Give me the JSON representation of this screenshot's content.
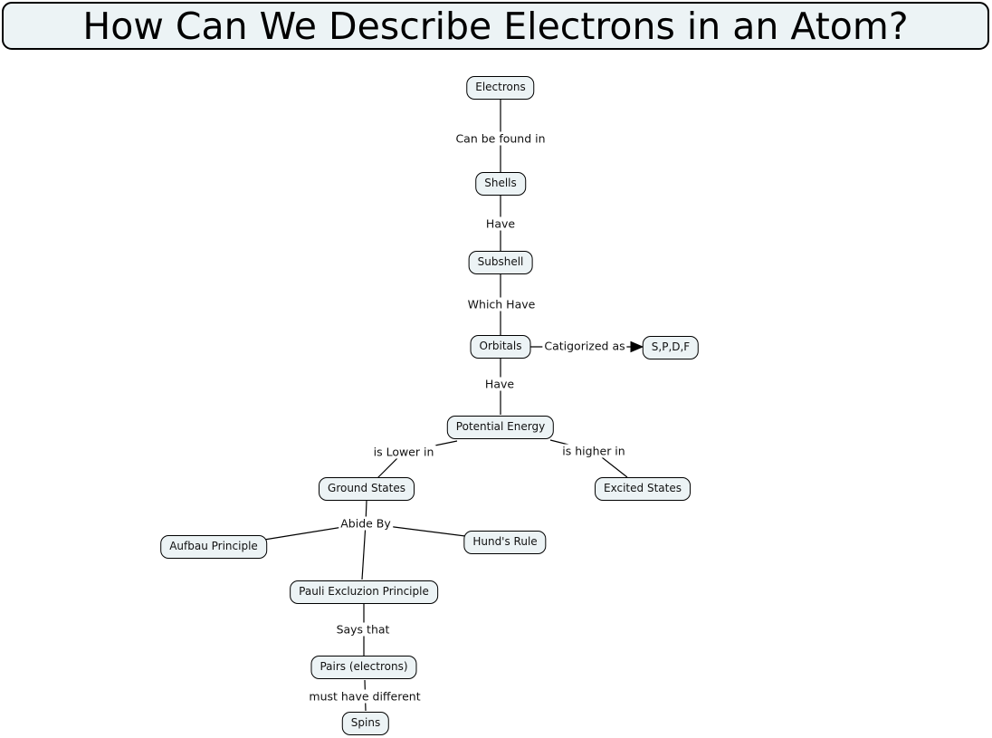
{
  "title": "How Can We Describe Electrons in an Atom?",
  "nodes": {
    "electrons": {
      "label": "Electrons"
    },
    "shells": {
      "label": "Shells"
    },
    "subshell": {
      "label": "Subshell"
    },
    "orbitals": {
      "label": "Orbitals"
    },
    "spdf": {
      "label": "S,P,D,F"
    },
    "potential_energy": {
      "label": "Potential Energy"
    },
    "ground_states": {
      "label": "Ground States"
    },
    "excited_states": {
      "label": "Excited States"
    },
    "aufbau_principle": {
      "label": "Aufbau Principle"
    },
    "hunds_rule": {
      "label": "Hund's Rule"
    },
    "pauli_exclusion": {
      "label": "Pauli Excluzion Principle"
    },
    "pairs_electrons": {
      "label": "Pairs (electrons)"
    },
    "spins": {
      "label": "Spins"
    }
  },
  "edge_labels": {
    "can_be_found_in": "Can be found in",
    "have_1": "Have",
    "which_have": "Which Have",
    "catigorized_as": "Catigorized as",
    "have_2": "Have",
    "is_lower_in": "is Lower in",
    "is_higher_in": "is higher in",
    "abide_by": "Abide By",
    "says_that": "Says that",
    "must_have_different": "must have different"
  },
  "colors": {
    "node_fill": "#ecf3f5",
    "node_border": "#000000",
    "line": "#000000",
    "background": "#ffffff"
  }
}
